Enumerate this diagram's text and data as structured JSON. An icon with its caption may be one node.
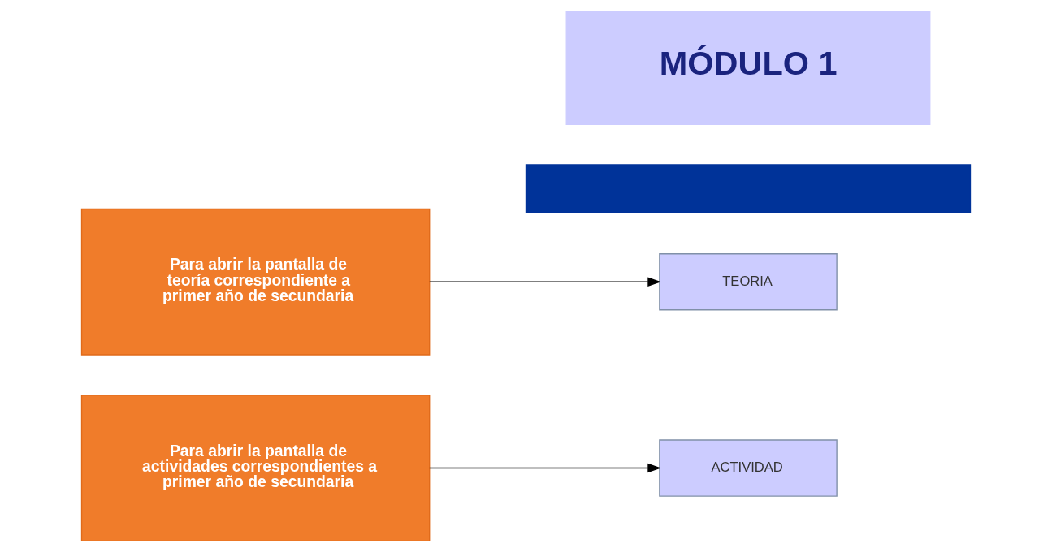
{
  "diagram": {
    "nodes": [
      {
        "text": [
          "MÓDULO 1"
        ]
      },
      {
        "text": [],
        "shape": "bar"
      },
      {
        "text": [
          "TEORIA"
        ]
      },
      {
        "text": [
          "ACTIVIDAD"
        ]
      },
      {
        "text": [
          "Para abrir la pantalla de teoría correspondiente a primer año de secundaria"
        ]
      },
      {
        "text": [
          "Para abrir la pantalla de actividades correspondientes a primer año de secundaria"
        ]
      }
    ],
    "edges": [
      {
        "from": 4,
        "to": 2,
        "arrow": "to"
      },
      {
        "from": 5,
        "to": 3,
        "arrow": "to"
      }
    ]
  }
}
